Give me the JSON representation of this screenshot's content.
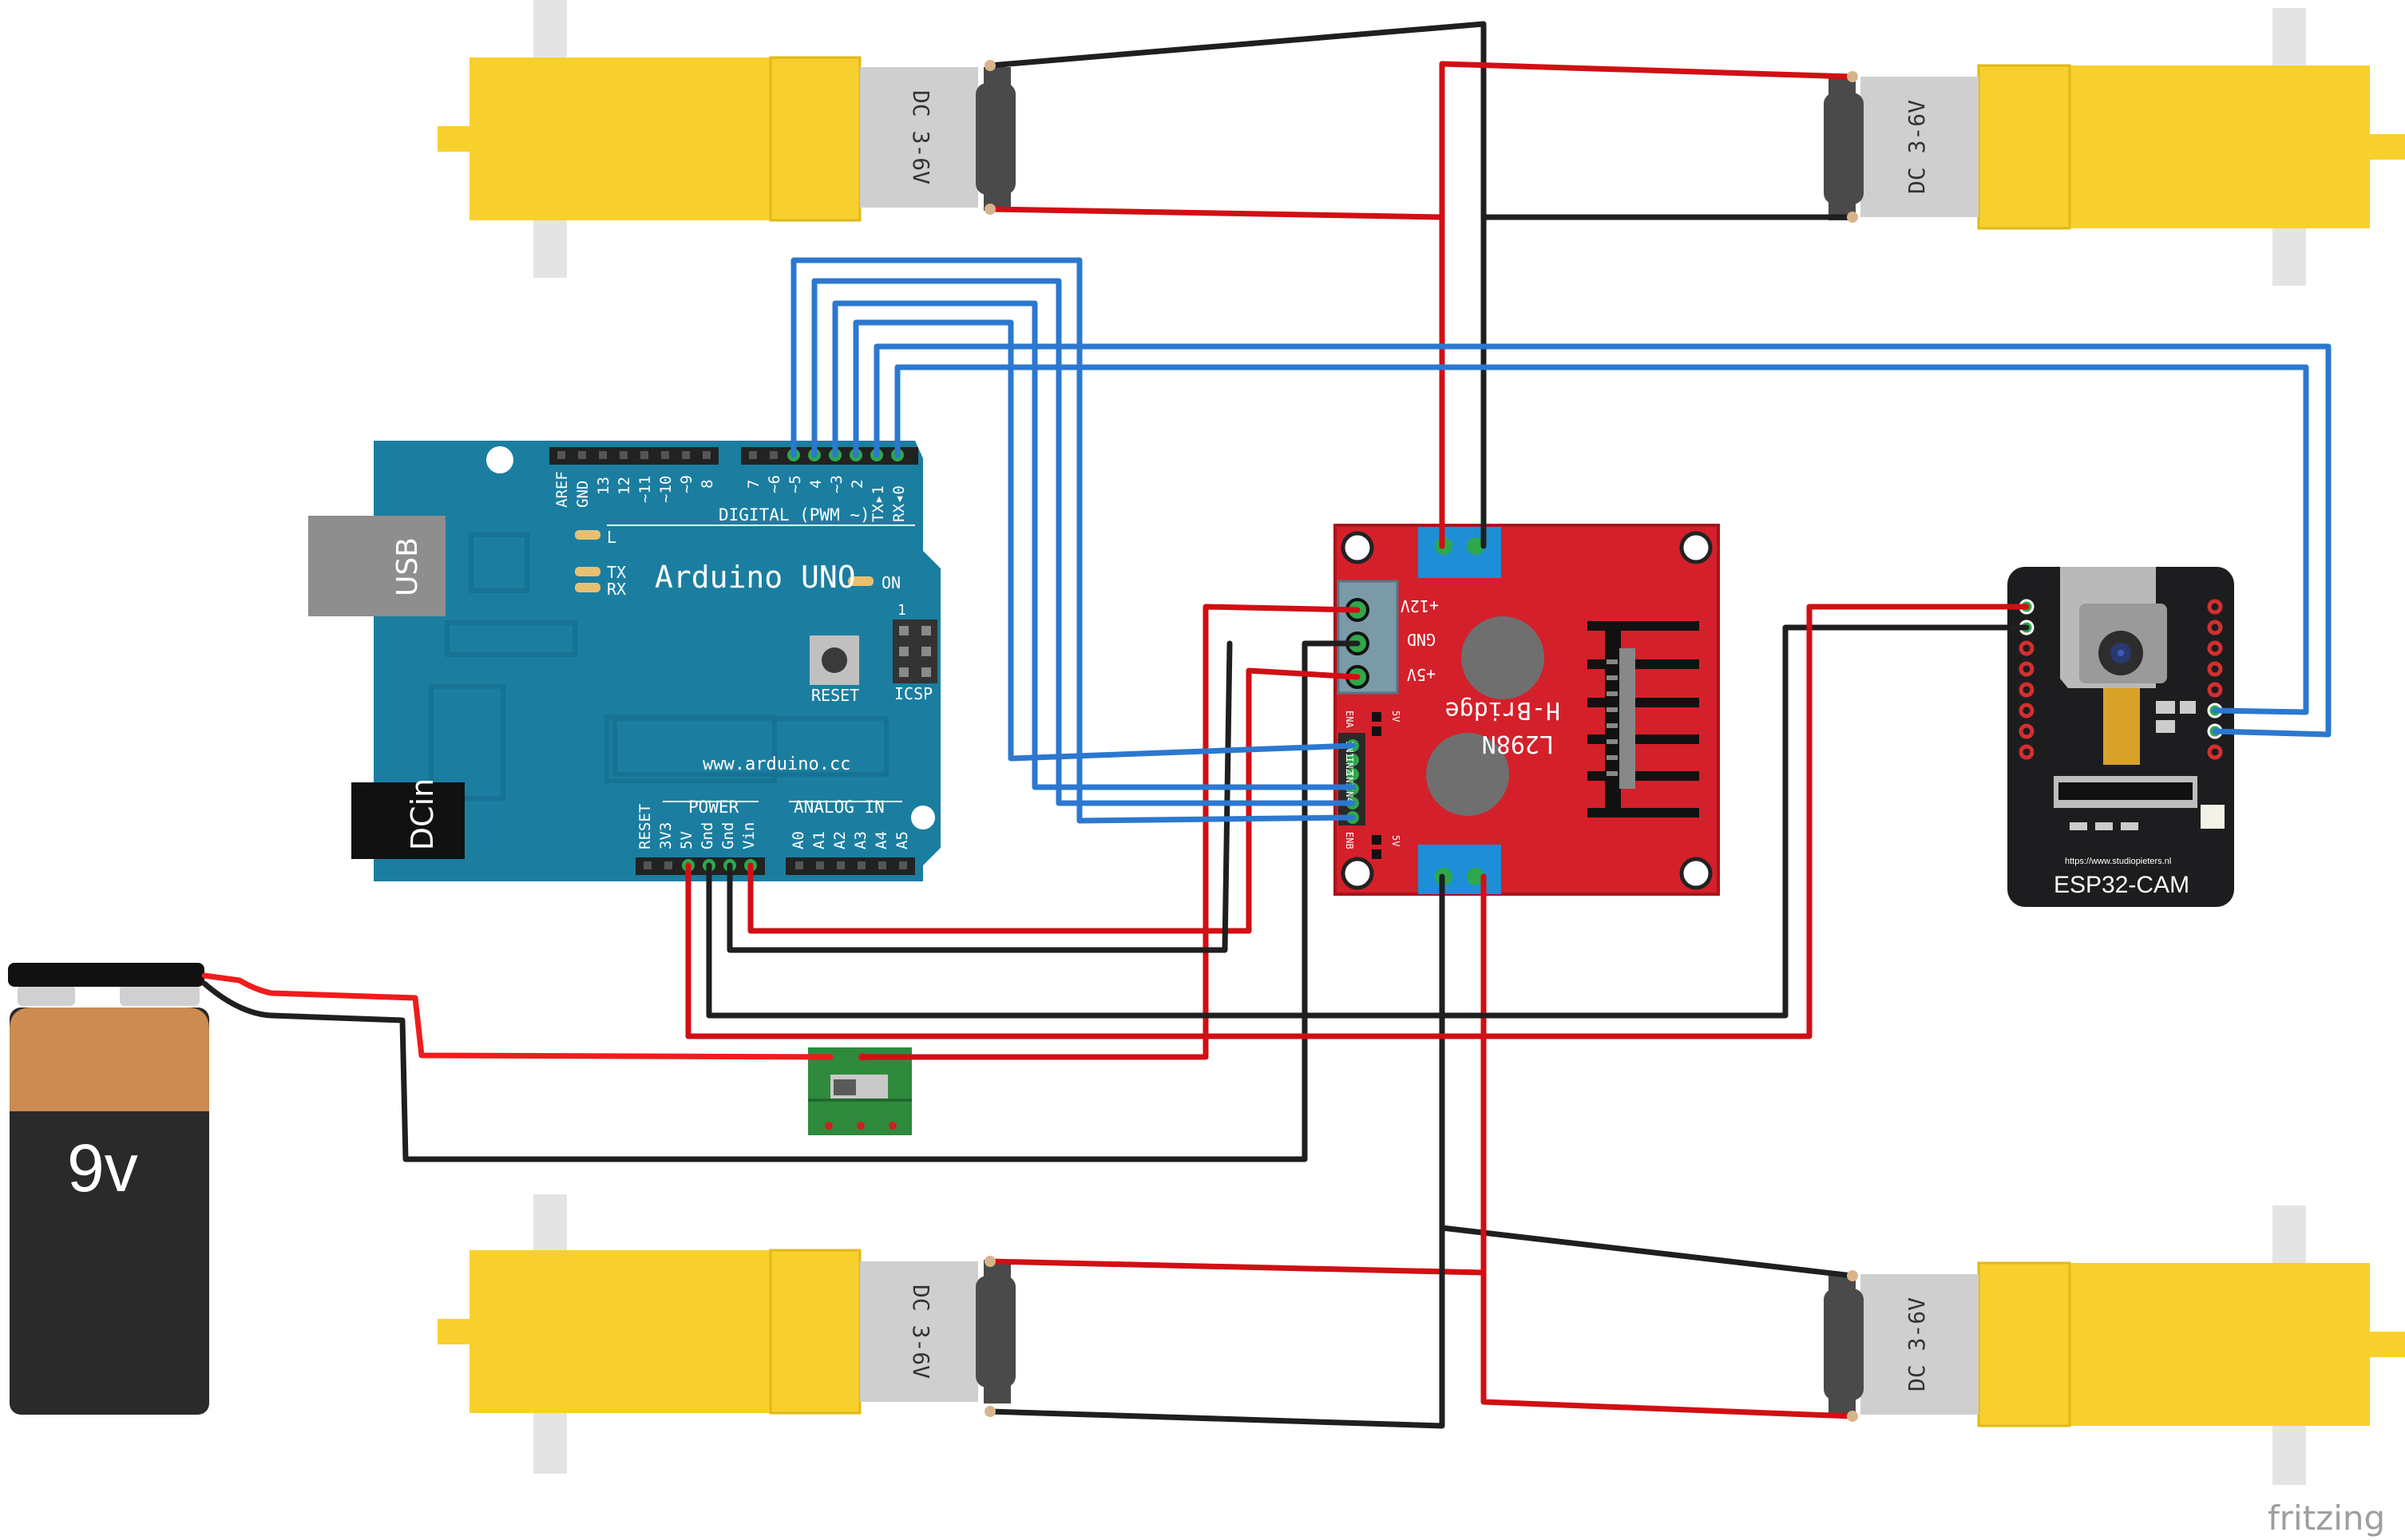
{
  "colors": {
    "arduino": "#1b7ea0",
    "hbridge": "#d4202a",
    "motor_yellow": "#f7d02d",
    "battery_orange": "#cc8b50",
    "battery_black": "#2a2a2a",
    "wire_red": "#d10f14",
    "wire_black": "#1f1f1f",
    "wire_blue": "#2c78cf",
    "esp_board": "#1d1d1f",
    "switch_green": "#2f8a3e"
  },
  "arduino": {
    "usb_label": "USB",
    "dcin_label": "DCin",
    "name_label": "Arduino UNO",
    "website_label": "www.arduino.cc",
    "reset_label": "RESET",
    "icsp_label": "ICSP",
    "on_label": "ON",
    "led_l": "L",
    "led_tx": "TX",
    "led_rx": "RX",
    "digital_label": "DIGITAL (PWM ~)",
    "power_label": "POWER",
    "analog_label": "ANALOG IN",
    "icsp_pin": "1",
    "header_left_pins": [
      "AREF",
      "GND",
      "13",
      "12",
      "~11",
      "~10",
      "~9",
      "8"
    ],
    "header_right_pins": [
      "7",
      "~6",
      "~5",
      "4",
      "~3",
      "2",
      "TX▸1",
      "RX◂0"
    ],
    "power_pins": [
      "RESET",
      "3V3",
      "5V",
      "Gnd",
      "Gnd",
      "Vin"
    ],
    "analog_pins": [
      "A0",
      "A1",
      "A2",
      "A3",
      "A4",
      "A5"
    ]
  },
  "hbridge": {
    "title": "H-Bridge",
    "chip": "L298N",
    "pin_12v": "+12V",
    "pin_gnd": "GND",
    "pin_5v": "+5V",
    "enable_a": "ENA",
    "enable_b": "ENB",
    "inputs": [
      "IN1",
      "IN2",
      "IN3",
      "IN4"
    ],
    "jumper_5v": "5V"
  },
  "motors": {
    "label": "DC 3-6V"
  },
  "battery": {
    "label": "9v"
  },
  "esp32": {
    "name": "ESP32-CAM",
    "url": "https://www.studiopieters.nl"
  },
  "watermark": "fritzing"
}
